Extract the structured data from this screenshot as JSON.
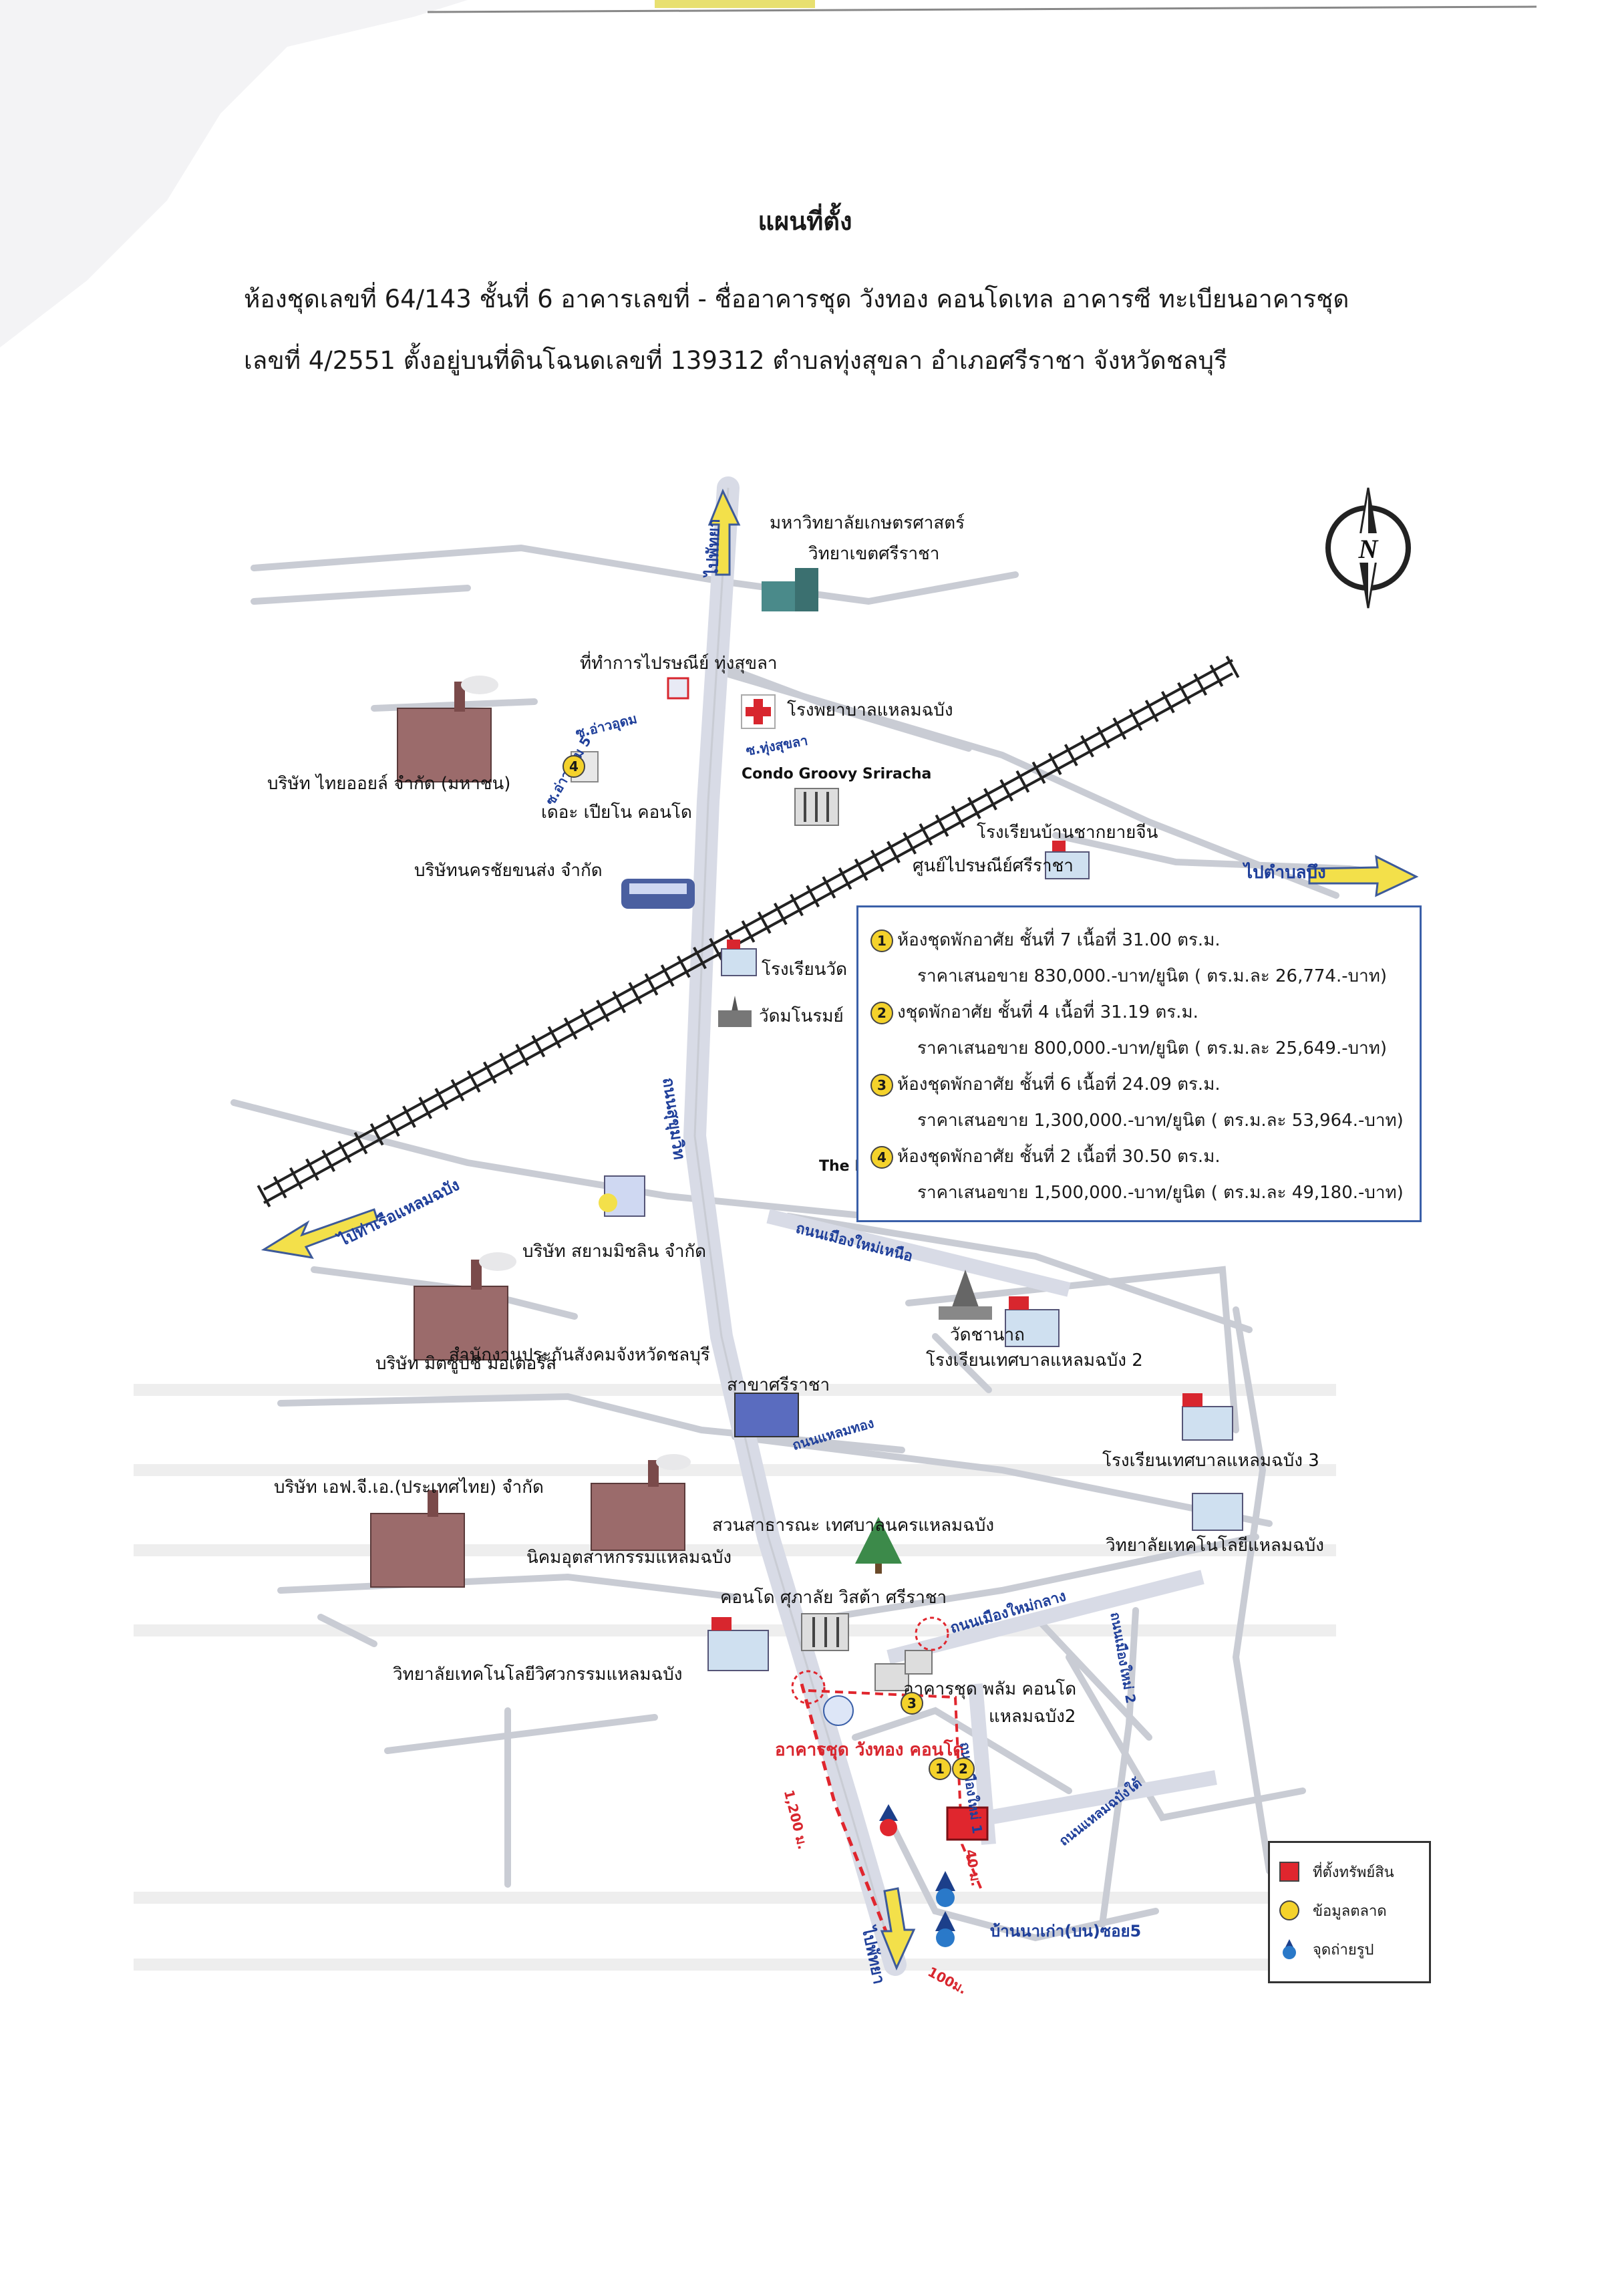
{
  "title": "แผนที่ตั้ง",
  "description": {
    "line1": "ห้องชุดเลขที่ 64/143 ชั้นที่ 6 อาคารเลขที่ - ชื่ออาคารชุด วังทอง คอนโดเทล อาคารซี ทะเบียนอาคารชุด",
    "line2": "เลขที่ 4/2551 ตั้งอยู่บนที่ดินโฉนดเลขที่ 139312 ตำบลทุ่งสุขลา อำเภอศรีราชา จังหวัดชลบุรี"
  },
  "map": {
    "north_label": "N",
    "landmarks": {
      "university_1": "มหาวิทยาลัยเกษตรศาสตร์",
      "university_2": "วิทยาเขตศรีราชา",
      "post_office": "ที่ทำการไปรษณีย์ ทุ่งสุขลา",
      "hospital": "โรงพยาบาลแหลมฉบัง",
      "soi_1": "ซ.อ่าวอุดม",
      "soi_2": "ซ.ทุ่งสุขลา",
      "soi_3": "ซ.อ่าวอุดม 5",
      "thaioil": "บริษัท ไทยออยล์ จำกัด (มหาชน)",
      "the_piano": "เดอะ เปียโน คอนโด",
      "condo_groovy": "Condo Groovy Sriracha",
      "nakorn_chai": "บริษัทนครชัยขนส่ง จำกัด",
      "school_ban_chak": "โรงเรียนบ้านชากยายจีน",
      "post_center": "ศูนย์ไปรษณีย์ศรีราชา",
      "to_bang_lamung": "ไปตำบลบึง",
      "school_wat": "โรงเรียนวัด",
      "wat_manorom": "วัดมโนรมย์",
      "to_laem_chabang_port": "ไปท่าเรือแหลมฉบัง",
      "to_north": "ไปพัทยา",
      "to_south": "ไปพัทยา",
      "sukhumvit_road": "ถนนสุขุมวิท",
      "the_p": "The P",
      "siam_michelin": "บริษัท สยามมิชลิน จำกัด",
      "mueang_mai_north": "ถนนเมืองใหม่เหนือ",
      "mitsubishi": "บริษัท มิตซูบิชิ มอเตอร์ส",
      "social_security_1": "สำนักงานประกันสังคมจังหวัดชลบุรี",
      "social_security_2": "สาขาศรีราชา",
      "wat_chanat": "วัดชานาถ",
      "school_tesaban_2": "โรงเรียนเทศบาลแหลมฉบัง 2",
      "laem_thong_road": "ถนนแหลมทอง",
      "school_tesaban_3": "โรงเรียนเทศบาลแหลมฉบัง 3",
      "fgea": "บริษัท เอฟ.จี.เอ.(ประเทศไทย) จำกัด",
      "industrial_estate": "นิคมอุตสาหกรรมแหลมฉบัง",
      "public_park": "สวนสาธารณะ เทศบาลนครแหลมฉบัง",
      "tech_college": "วิทยาลัยเทคโนโลยีแหลมฉบัง",
      "condo_supalai": "คอนโด ศุภาลัย วิสต้า ศรีราชา",
      "mueang_mai_klang": "ถนนเมืองใหม่กลาง",
      "eng_college": "วิทยาลัยเทคโนโลยีวิศวกรรมแหลมฉบัง",
      "palm_condo_1": "อาคารชุด พลัม คอนโด",
      "palm_condo_2": "แหลมฉบัง2",
      "subject": "อาคารชุด วังทอง คอนโด",
      "mueang_mai_1": "ถนนเมืองใหม่ 1",
      "mueang_mai_2": "ถนนเมืองใหม่ 2",
      "laem_chabang_tai": "ถนนแหลมฉบังใต้",
      "dist_1200": "1,200 ม.",
      "dist_40": "40 ม.",
      "dist_100": "100ม.",
      "ban_na_kao": "บ้านนาเก่า(บน)ซอย5"
    },
    "markers": [
      "1",
      "2",
      "3",
      "4"
    ]
  },
  "price_box": {
    "items": [
      {
        "num": "1",
        "desc": "ห้องชุดพักอาศัย  ชั้นที่ 7 เนื้อที่ 31.00 ตร.ม.",
        "price": "ราคาเสนอขาย 830,000.-บาท/ยูนิต ( ตร.ม.ละ 26,774.-บาท)"
      },
      {
        "num": "2",
        "desc": "งชุดพักอาศัย  ชั้นที่ 4 เนื้อที่ 31.19 ตร.ม.",
        "price": "ราคาเสนอขาย 800,000.-บาท/ยูนิต ( ตร.ม.ละ 25,649.-บาท)"
      },
      {
        "num": "3",
        "desc": "ห้องชุดพักอาศัย  ชั้นที่ 6 เนื้อที่ 24.09 ตร.ม.",
        "price": "ราคาเสนอขาย 1,300,000.-บาท/ยูนิต ( ตร.ม.ละ 53,964.-บาท)"
      },
      {
        "num": "4",
        "desc": "ห้องชุดพักอาศัย  ชั้นที่ 2 เนื้อที่ 30.50 ตร.ม.",
        "price": "ราคาเสนอขาย 1,500,000.-บาท/ยูนิต ( ตร.ม.ละ 49,180.-บาท)"
      }
    ]
  },
  "legend": {
    "subject": "ที่ตั้งทรัพย์สิน",
    "market": "ข้อมูลตลาด",
    "photo": "จุดถ่ายรูป"
  },
  "colors": {
    "road": "#c9ccd4",
    "road_highlight": "#d8dbe6",
    "railway": "#222222",
    "arrow_yellow": "#f3e04a",
    "route_red": "#e0262e",
    "marker_yellow": "#f4d22b",
    "box_border": "#3a5fa8",
    "road_label": "#1f3f9a",
    "factory": "#9b6b6b"
  }
}
